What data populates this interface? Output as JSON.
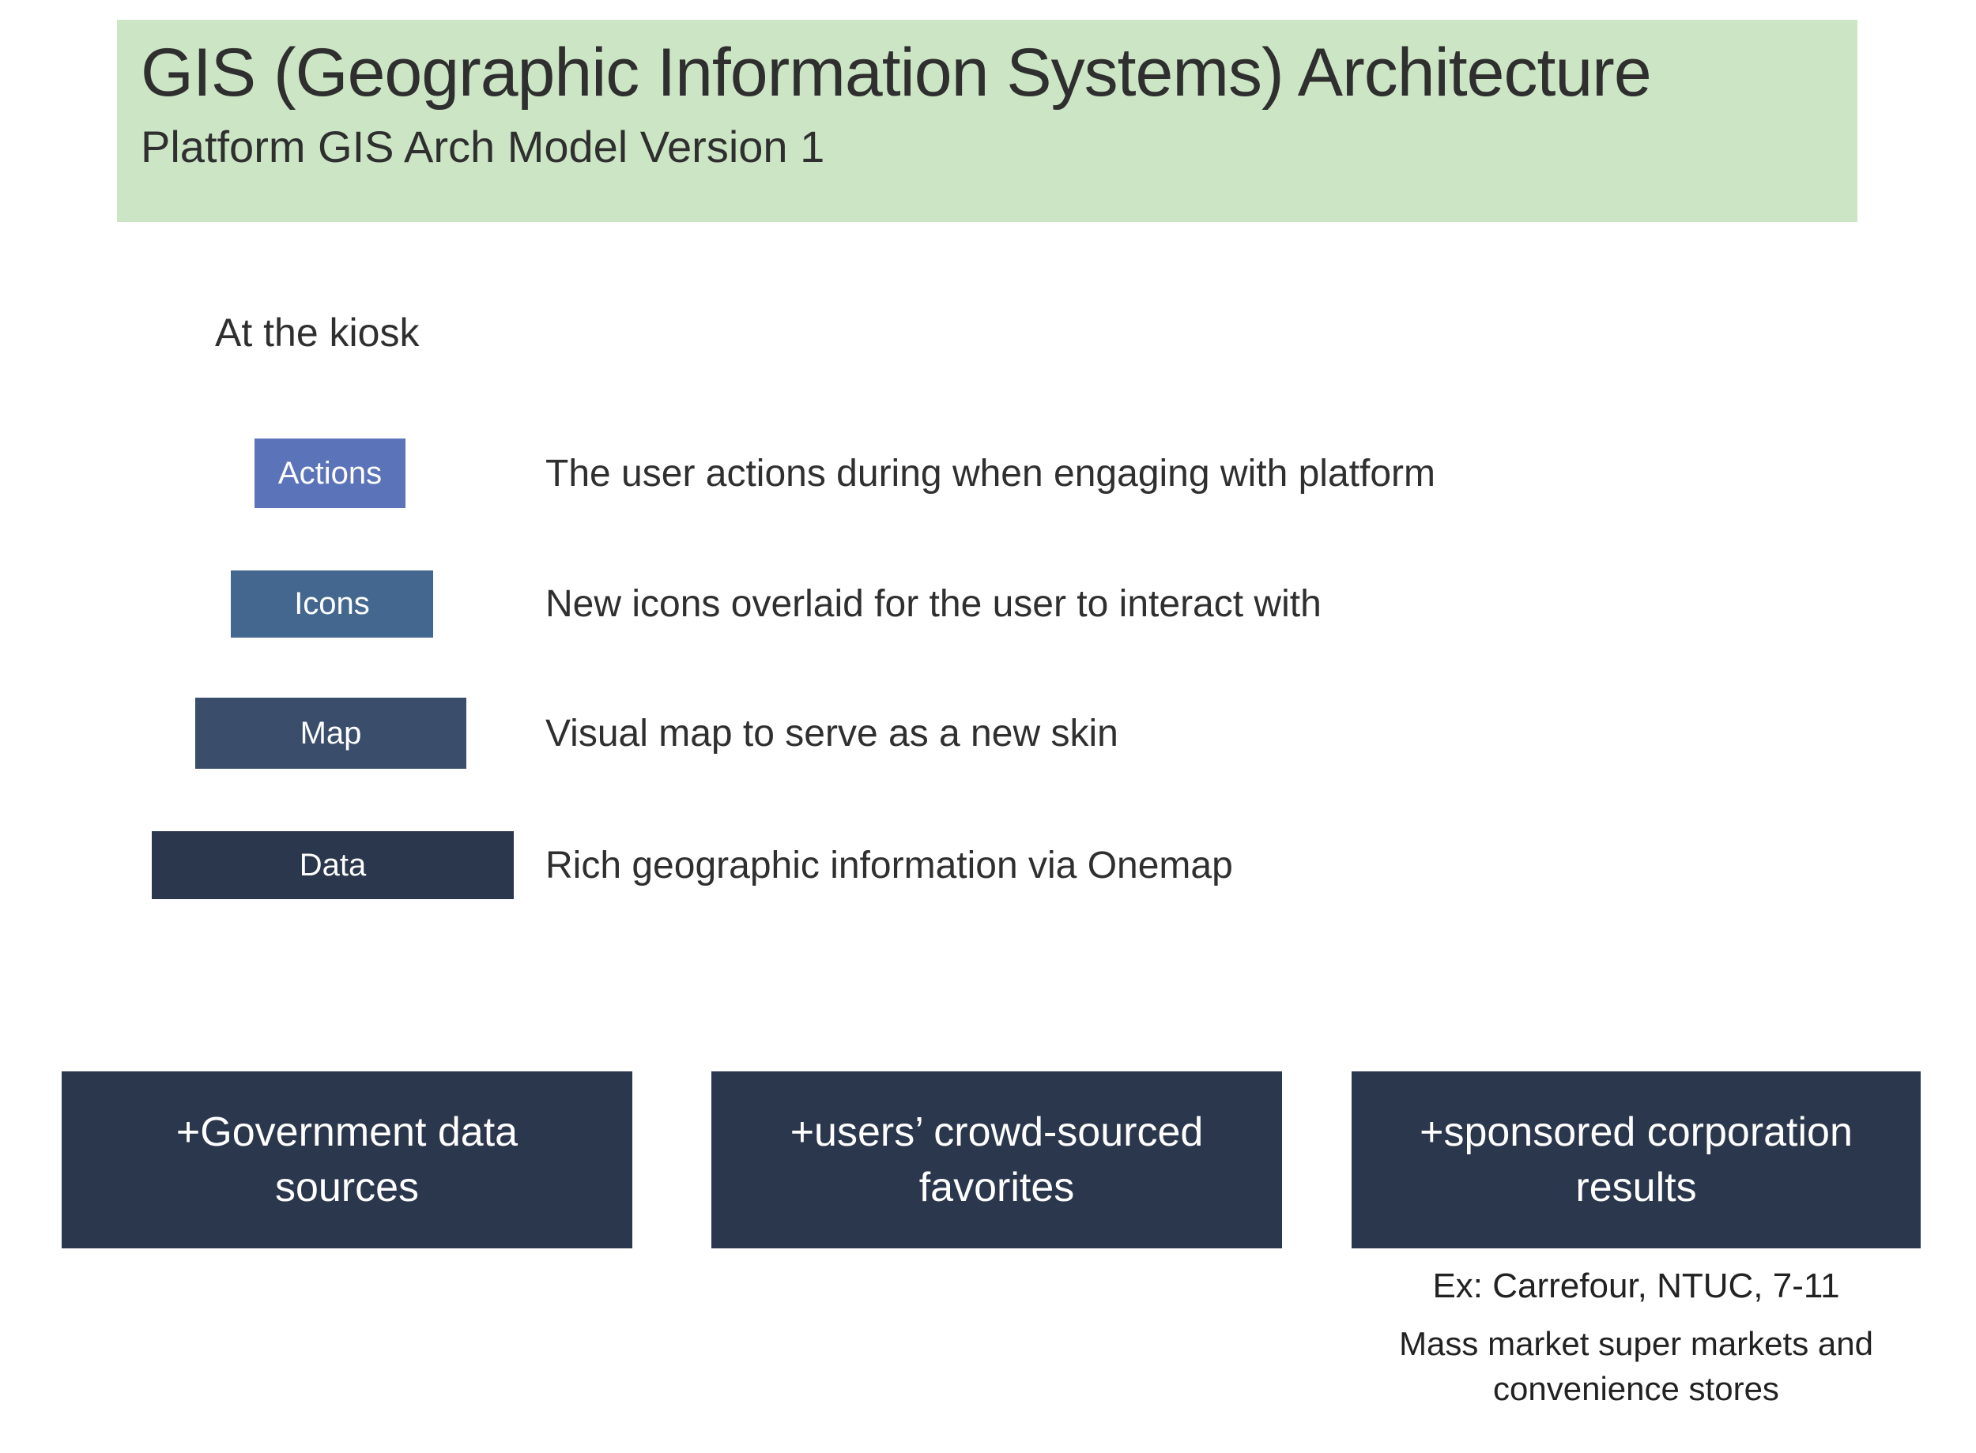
{
  "header": {
    "title": "GIS (Geographic Information Systems) Architecture",
    "subtitle": "Platform GIS Arch Model Version 1",
    "bg_color": "#cce6c5"
  },
  "section_label": "At the kiosk",
  "stack": {
    "layers": [
      {
        "label": "Actions",
        "description": "The user actions during when engaging with platform",
        "color": "#5b73b8"
      },
      {
        "label": "Icons",
        "description": "New icons overlaid for the user to interact with",
        "color": "#44678f"
      },
      {
        "label": "Map",
        "description": "Visual map to serve as a new skin",
        "color": "#3a4e6c"
      },
      {
        "label": "Data",
        "description": "Rich geographic information via Onemap",
        "color": "#2b374c"
      }
    ]
  },
  "data_sources": {
    "box_color": "#2b374c",
    "boxes": [
      {
        "label": "+Government data sources"
      },
      {
        "label": "+users’ crowd-sourced favorites"
      },
      {
        "label": "+sponsored corporation results"
      }
    ],
    "note_line1": "Ex: Carrefour, NTUC, 7-11",
    "note_line2": "Mass market super markets and convenience stores"
  }
}
